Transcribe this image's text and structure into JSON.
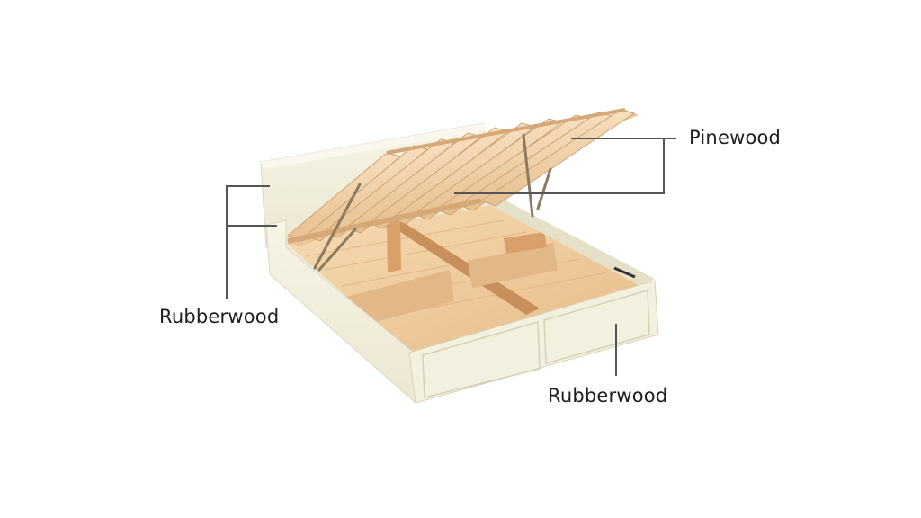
{
  "callouts": {
    "slats": "Pinewood",
    "headboard_side": "Rubberwood",
    "footboard": "Rubberwood"
  },
  "colors": {
    "background": "#ffffff",
    "frame_cream": "#f3efdf",
    "wood_light": "#f1d3ad",
    "wood_mid": "#e2b888",
    "wood_dark": "#c98f5a",
    "leader_line": "#555555",
    "label_text": "#1e1e1e"
  },
  "icons": {
    "illustration": "storage-bed-illustration"
  }
}
